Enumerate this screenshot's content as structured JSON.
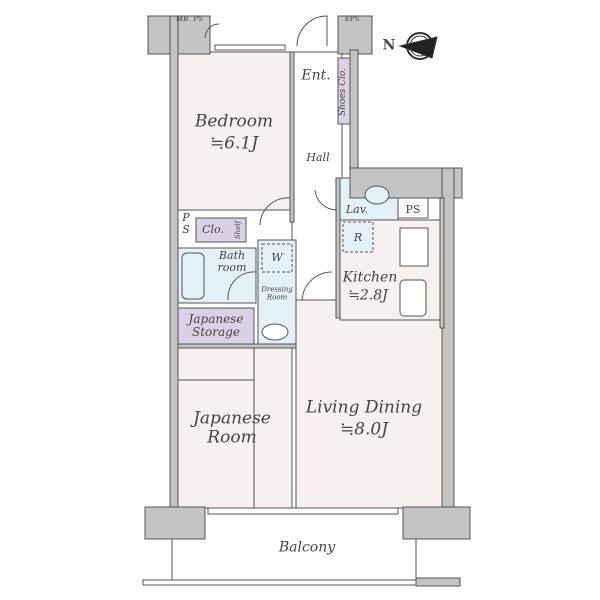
{
  "colors": {
    "wall": "#c4c4c4",
    "room": "#f6f0f0",
    "wet": "#e4f1f8",
    "storage": "#d9d2e6",
    "line": "#555555"
  },
  "compass": {
    "label": "N",
    "icon": "compass-icon"
  },
  "labels": {
    "mb": "MB",
    "ps_top": "PS",
    "eps": "EPS",
    "entrance": "Ent.",
    "shoes_closet": "Shoes Clo.",
    "hall": "Hall",
    "bedroom": "Bedroom",
    "bedroom_size": "≒6.1J",
    "ps_left": "P S",
    "closet": "Clo.",
    "shelf": "Shelf",
    "lavatory": "Lav.",
    "ps_right": "PS",
    "refrigerator": "R",
    "bathroom": "Bath room",
    "washer": "W",
    "dressing_room": "Dressing Room",
    "kitchen": "Kitchen",
    "kitchen_size": "≒2.8J",
    "japanese_storage": "Japanese Storage",
    "japanese_room": "Japanese Room",
    "living_dining": "Living Dining",
    "living_dining_size": "≒8.0J",
    "balcony": "Balcony"
  }
}
